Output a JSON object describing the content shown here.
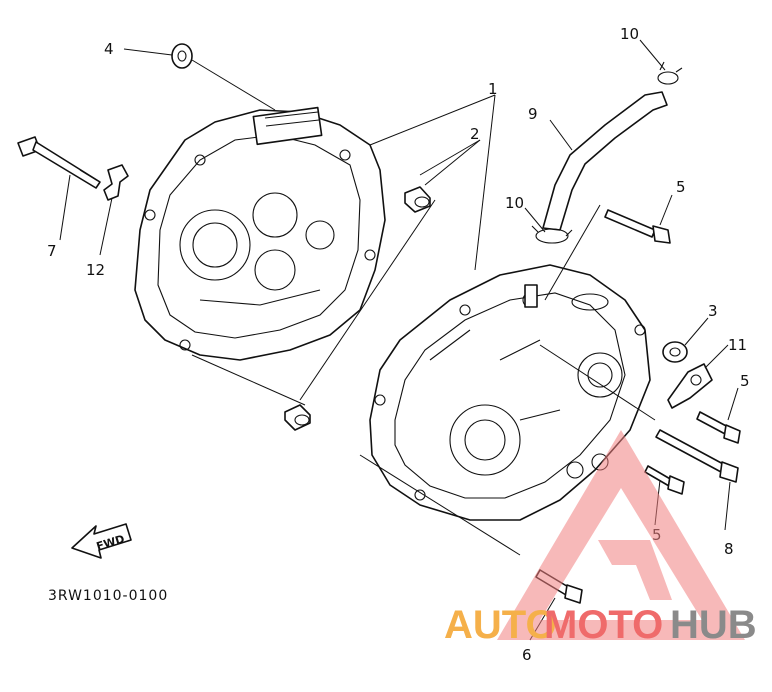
{
  "callouts": {
    "c1": "1",
    "c2": "2",
    "c3": "3",
    "c4": "4",
    "c5a": "5",
    "c5b": "5",
    "c5c": "5",
    "c6": "6",
    "c7": "7",
    "c8": "8",
    "c9": "9",
    "c10a": "10",
    "c10b": "10",
    "c11": "11",
    "c12": "12"
  },
  "fwd_label": "FWD",
  "part_code": "3RW1010-0100",
  "watermark": {
    "part1": "AUTO",
    "part2": "MOTO",
    "part3": "HUB",
    "color1": "#f5b04a",
    "color2": "#ef6b6b",
    "color3": "#8a8a8a"
  }
}
